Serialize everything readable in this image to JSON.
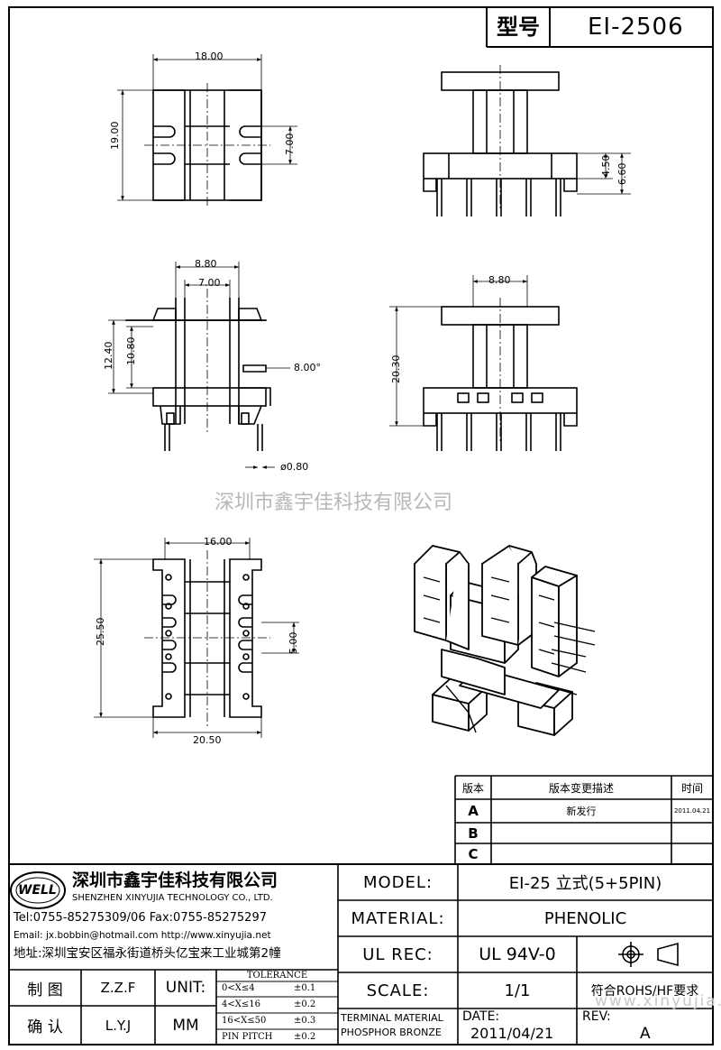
{
  "part_label": "型号",
  "part_number": "EI-2506",
  "watermark": "深圳市鑫宇佳科技有限公司",
  "watermark_url": "www.xinyujia.net",
  "views": {
    "top": {
      "A": "18.00",
      "B": "19.00",
      "C": "7.00"
    },
    "front": {
      "D": "4.50",
      "E": "6.60"
    },
    "side": {
      "H": "8.80",
      "I": "7.00",
      "J": "12.40",
      "K": "10.80",
      "L": "8.00°",
      "N": "ø0.80"
    },
    "right": {
      "F": "8.80",
      "G": "20.30"
    },
    "bottom": {
      "M": "16.00",
      "O": "25.50",
      "Q": "5.00",
      "P": "20.50"
    }
  },
  "revision_table": {
    "headers": [
      "版本",
      "版本变更描述",
      "时间"
    ],
    "rows": [
      {
        "rev": "A",
        "desc": "新发行",
        "date": "2011.04.21"
      },
      {
        "rev": "B",
        "desc": "",
        "date": ""
      },
      {
        "rev": "C",
        "desc": "",
        "date": ""
      }
    ]
  },
  "company": {
    "logo_text": "WELL",
    "name_cn": "深圳市鑫宇佳科技有限公司",
    "name_en": "SHENZHEN XINYUJIA TECHNOLOGY CO., LTD.",
    "tel_fax": "Tel:0755-85275309/06   Fax:0755-85275297",
    "email": "Email: jx.bobbin@hotmail.com  http://www.xinyujia.net",
    "address": "地址:深圳宝安区福永街道桥头亿宝来工业城第2幢"
  },
  "signatures": [
    {
      "role": "制 图",
      "name": "Z.Z.F"
    },
    {
      "role": "确 认",
      "name": "L.Y.J"
    }
  ],
  "unit": {
    "label": "UNIT:",
    "value": "MM"
  },
  "tolerance": {
    "title": "TOLERANCE",
    "rows": [
      {
        "range": "0<X≤4",
        "value": "±0.1"
      },
      {
        "range": "4<X≤16",
        "value": "±0.2"
      },
      {
        "range": "16<X≤50",
        "value": "±0.3"
      },
      {
        "range": "PIN PITCH",
        "value": "±0.2"
      }
    ]
  },
  "info": {
    "model_label": "MODEL:",
    "model": "EI-25 立式(5+5PIN)",
    "material_label": "MATERIAL:",
    "material": "PHENOLIC",
    "ulrec_label": "UL REC:",
    "ulrec": "UL 94V-0",
    "scale_label": "SCALE:",
    "scale": "1/1",
    "rohs": "符合ROHS/HF要求",
    "terminal_1": "TERMINAL MATERIAL",
    "terminal_2": "PHOSPHOR BRONZE",
    "date_label": "DATE:",
    "date": "2011/04/21",
    "rev_label": "REV:",
    "rev": "A"
  }
}
